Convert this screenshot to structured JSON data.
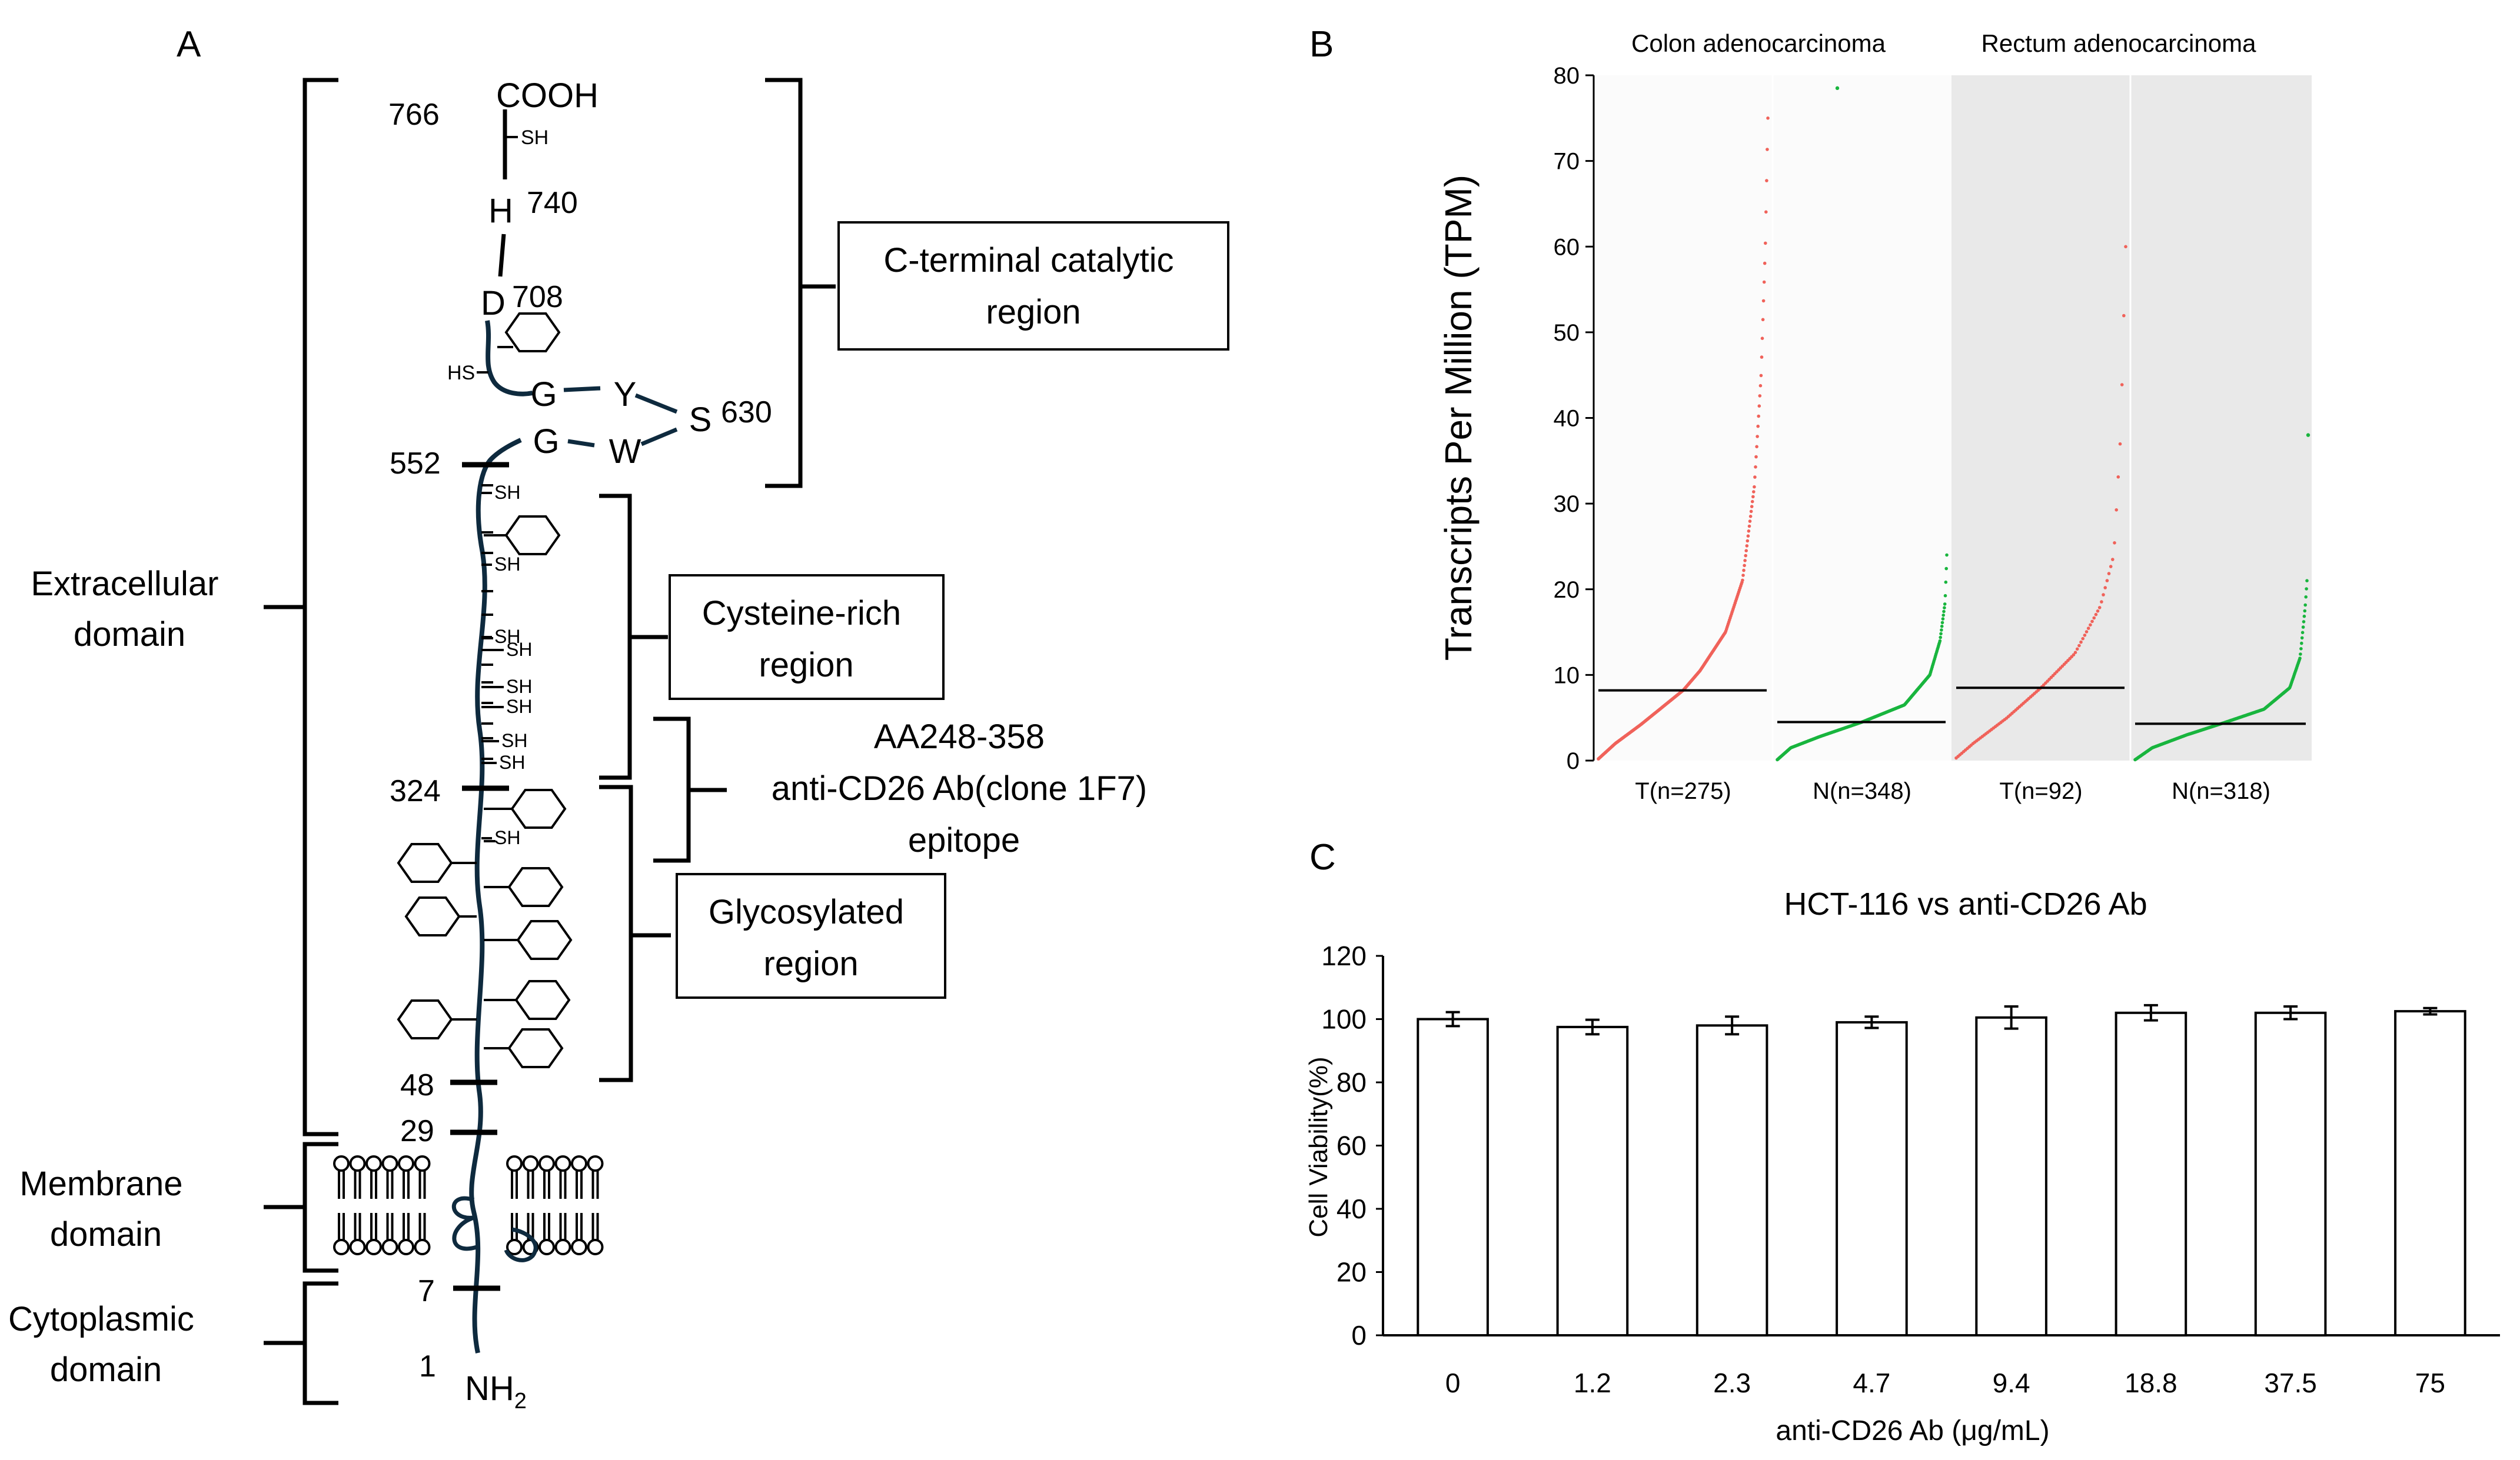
{
  "panelA": {
    "panel_label": "A",
    "c_terminus": "COOH",
    "n_terminus": "NH",
    "n_terminus_sub": "2",
    "sh": "SH",
    "hs": "HS",
    "residues": {
      "h": "H",
      "d": "D",
      "g": "G",
      "y": "Y",
      "s": "S",
      "w": "W"
    },
    "positions": {
      "p766": "766",
      "p740": "740",
      "p708": "708",
      "p630": "630",
      "p552": "552",
      "p324": "324",
      "p48": "48",
      "p29": "29",
      "p7": "7",
      "p1": "1"
    },
    "domains": {
      "extracellular": [
        "Extracellular",
        "domain"
      ],
      "membrane": [
        "Membrane",
        "domain"
      ],
      "cytoplasmic": [
        "Cytoplasmic",
        "domain"
      ]
    },
    "regions": {
      "catalytic": [
        "C-terminal catalytic",
        "region"
      ],
      "cysteine": [
        "Cysteine-rich",
        "region"
      ],
      "epitope": [
        "AA248-358",
        "anti-CD26 Ab(clone 1F7)",
        "epitope"
      ],
      "glycosylated": [
        "Glycosylated",
        "region"
      ]
    }
  },
  "chart_data": [
    {
      "panel_label": "B",
      "type": "scatter",
      "ylabel": "Transcripts Per Million (TPM)",
      "ylim": [
        0,
        80
      ],
      "yticks": [
        0,
        10,
        20,
        30,
        40,
        50,
        60,
        70,
        80
      ],
      "groups": [
        "Colon adenocarcinoma",
        "Rectum adenocarcinoma"
      ],
      "series": [
        {
          "name": "T(n=275)",
          "group": "Colon adenocarcinoma",
          "color": "#f0625a",
          "median": 8.2,
          "n": 275,
          "quantiles": [
            [
              0,
              0.2
            ],
            [
              0.1,
              2.0
            ],
            [
              0.25,
              4.2
            ],
            [
              0.4,
              6.6
            ],
            [
              0.5,
              8.2
            ],
            [
              0.6,
              10.5
            ],
            [
              0.75,
              15
            ],
            [
              0.85,
              21
            ],
            [
              0.92,
              32
            ],
            [
              0.96,
              45
            ],
            [
              0.985,
              60
            ],
            [
              1,
              75
            ]
          ]
        },
        {
          "name": "N(n=348)",
          "group": "Colon adenocarcinoma",
          "color": "#19b53e",
          "median": 4.5,
          "n": 348,
          "quantiles": [
            [
              0,
              0.1
            ],
            [
              0.08,
              1.5
            ],
            [
              0.25,
              2.8
            ],
            [
              0.5,
              4.5
            ],
            [
              0.75,
              6.5
            ],
            [
              0.9,
              10
            ],
            [
              0.96,
              14
            ],
            [
              0.99,
              18.5
            ],
            [
              1,
              24
            ]
          ]
        },
        {
          "name": "T(n=92)",
          "group": "Rectum adenocarcinoma",
          "color": "#f0625a",
          "median": 8.5,
          "n": 92,
          "quantiles": [
            [
              0,
              0.3
            ],
            [
              0.1,
              2.0
            ],
            [
              0.3,
              5.0
            ],
            [
              0.5,
              8.5
            ],
            [
              0.7,
              12.5
            ],
            [
              0.85,
              18
            ],
            [
              0.93,
              24
            ],
            [
              0.97,
              38
            ],
            [
              1,
              60
            ]
          ]
        },
        {
          "name": "N(n=318)",
          "group": "Rectum adenocarcinoma",
          "color": "#19b53e",
          "median": 4.3,
          "n": 318,
          "quantiles": [
            [
              0,
              0.1
            ],
            [
              0.1,
              1.5
            ],
            [
              0.3,
              3.0
            ],
            [
              0.5,
              4.3
            ],
            [
              0.75,
              6.0
            ],
            [
              0.9,
              8.5
            ],
            [
              0.96,
              12
            ],
            [
              0.99,
              18
            ],
            [
              1,
              21
            ]
          ]
        }
      ],
      "outliers": [
        {
          "series": "N(n=348)",
          "y": 78.5
        },
        {
          "series": "N(n=318)",
          "y": 38
        }
      ]
    },
    {
      "panel_label": "C",
      "type": "bar",
      "title": "HCT-116 vs anti-CD26 Ab",
      "xlabel": "anti-CD26 Ab (μg/mL)",
      "ylabel": "Cell Viability(%)",
      "ylim": [
        0,
        120
      ],
      "yticks": [
        0,
        20,
        40,
        60,
        80,
        100,
        120
      ],
      "categories": [
        "0",
        "1.2",
        "2.3",
        "4.7",
        "9.4",
        "18.8",
        "37.5",
        "75"
      ],
      "values": [
        100,
        97.5,
        98,
        99,
        100.5,
        102,
        102,
        102.5
      ],
      "errors": [
        2.2,
        2.3,
        2.8,
        1.8,
        3.5,
        2.4,
        2.0,
        1.0
      ]
    }
  ]
}
